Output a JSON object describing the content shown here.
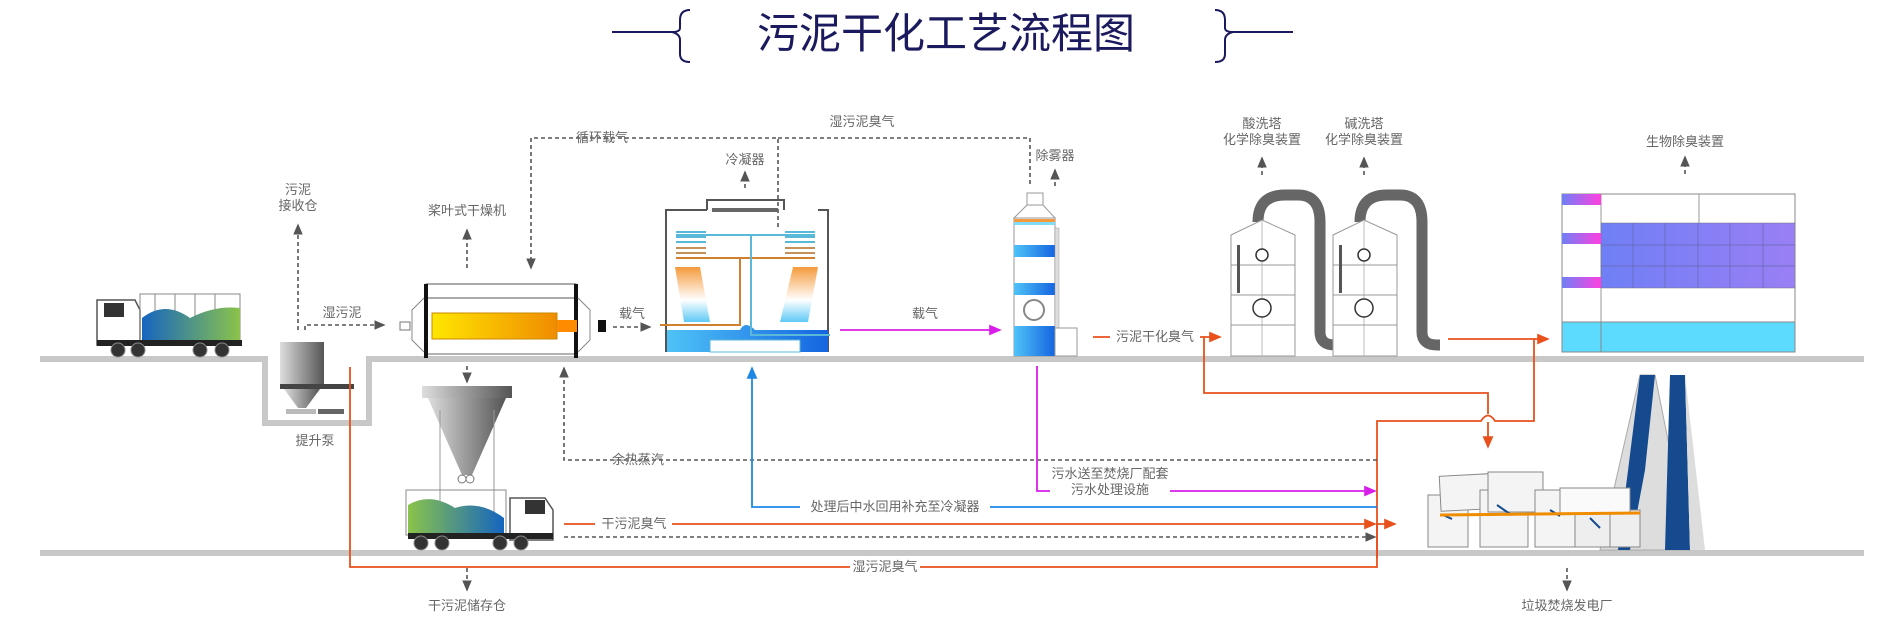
{
  "title": "污泥干化工艺流程图",
  "colors": {
    "title": "#1b1a5e",
    "odor_line": "#e8501c",
    "wastewater_line": "#d81ee8",
    "reclaimed_water_line": "#1e88e5",
    "dashed_flow": "#555555",
    "ground": "#c8c8c8",
    "bio_media": "#7b7ff0",
    "water": "#3aa8f5",
    "duct": "#666666"
  },
  "equipment": {
    "receiving_bin": {
      "line1": "污泥",
      "line2": "接收仓"
    },
    "paddle_dryer": "桨叶式干燥机",
    "condenser": "冷凝器",
    "demister": "除雾器",
    "acid_tower": {
      "line1": "酸洗塔",
      "line2": "化学除臭装置"
    },
    "alkali_tower": {
      "line1": "碱洗塔",
      "line2": "化学除臭装置"
    },
    "bio_deodorizer": "生物除臭装置",
    "lift_pump": "提升泵",
    "dry_sludge_storage": "干污泥储存仓",
    "incineration_plant": "垃圾焚烧发电厂"
  },
  "flows": {
    "wet_sludge": "湿污泥",
    "recycle_carrier_gas": "循环载气",
    "wet_sludge_odor_top": "湿污泥臭气",
    "carrier_gas_1": "载气",
    "carrier_gas_2": "载气",
    "drying_odor": "污泥干化臭气",
    "waste_heat_steam": "余热蒸汽",
    "wastewater": {
      "line1": "污水送至焚烧厂配套",
      "line2": "污水处理设施"
    },
    "reclaimed_water": "处理后中水回用补充至冷凝器",
    "dry_sludge_odor": "干污泥臭气",
    "wet_sludge_odor_bottom": "湿污泥臭气"
  }
}
